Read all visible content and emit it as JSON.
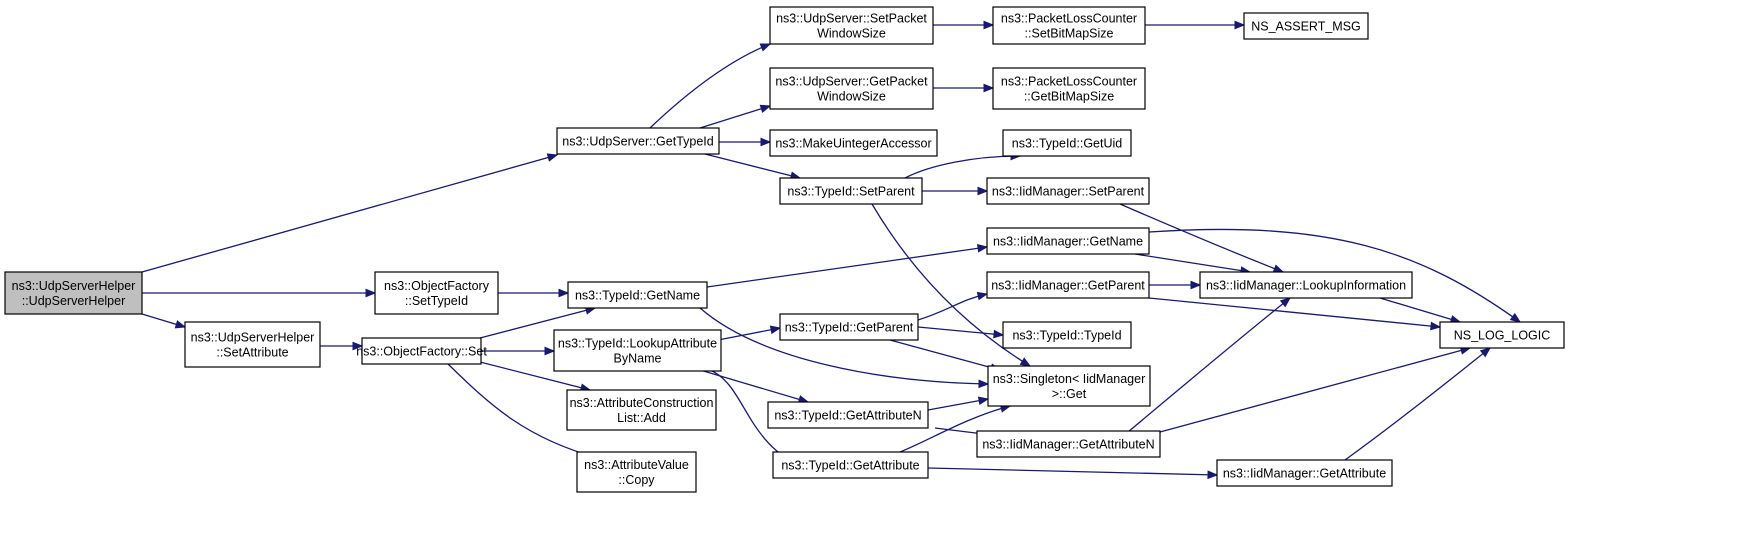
{
  "colors": {
    "edge": "#191970",
    "root_fill": "#bfbfbf",
    "node_fill": "#ffffff",
    "border": "#000000"
  },
  "nodes": [
    {
      "id": "n0",
      "lines": [
        "ns3::UdpServerHelper",
        "::UdpServerHelper"
      ],
      "root": true
    },
    {
      "id": "n1",
      "lines": [
        "ns3::UdpServer::GetTypeId"
      ]
    },
    {
      "id": "n2",
      "lines": [
        "ns3::ObjectFactory",
        "::SetTypeId"
      ]
    },
    {
      "id": "n3",
      "lines": [
        "ns3::UdpServerHelper",
        "::SetAttribute"
      ]
    },
    {
      "id": "n4",
      "lines": [
        "ns3::UdpServer::SetPacket",
        "WindowSize"
      ]
    },
    {
      "id": "n5",
      "lines": [
        "ns3::UdpServer::GetPacket",
        "WindowSize"
      ]
    },
    {
      "id": "n6",
      "lines": [
        "ns3::MakeUintegerAccessor"
      ]
    },
    {
      "id": "n7",
      "lines": [
        "ns3::TypeId::SetParent"
      ]
    },
    {
      "id": "n8",
      "lines": [
        "ns3::PacketLossCounter",
        "::SetBitMapSize"
      ]
    },
    {
      "id": "n9",
      "lines": [
        "NS_ASSERT_MSG"
      ]
    },
    {
      "id": "n10",
      "lines": [
        "ns3::PacketLossCounter",
        "::GetBitMapSize"
      ]
    },
    {
      "id": "n11",
      "lines": [
        "ns3::TypeId::GetUid"
      ]
    },
    {
      "id": "n12",
      "lines": [
        "ns3::IidManager::SetParent"
      ]
    },
    {
      "id": "n13",
      "lines": [
        "ns3::IidManager::LookupInformation"
      ]
    },
    {
      "id": "n14",
      "lines": [
        "ns3::Singleton< IidManager",
        " >::Get"
      ]
    },
    {
      "id": "n15",
      "lines": [
        "ns3::TypeId::GetName"
      ]
    },
    {
      "id": "n16",
      "lines": [
        "ns3::IidManager::GetName"
      ]
    },
    {
      "id": "n17",
      "lines": [
        "NS_LOG_LOGIC"
      ]
    },
    {
      "id": "n18",
      "lines": [
        "ns3::ObjectFactory::Set"
      ]
    },
    {
      "id": "n19",
      "lines": [
        "ns3::TypeId::LookupAttribute",
        "ByName"
      ]
    },
    {
      "id": "n20",
      "lines": [
        "ns3::AttributeConstruction",
        "List::Add"
      ]
    },
    {
      "id": "n21",
      "lines": [
        "ns3::AttributeValue",
        "::Copy"
      ]
    },
    {
      "id": "n22",
      "lines": [
        "ns3::TypeId::GetParent"
      ]
    },
    {
      "id": "n23",
      "lines": [
        "ns3::IidManager::GetParent"
      ]
    },
    {
      "id": "n24",
      "lines": [
        "ns3::TypeId::TypeId"
      ]
    },
    {
      "id": "n25",
      "lines": [
        "ns3::TypeId::GetAttributeN"
      ]
    },
    {
      "id": "n26",
      "lines": [
        "ns3::TypeId::GetAttribute"
      ]
    },
    {
      "id": "n27",
      "lines": [
        "ns3::IidManager::GetAttributeN"
      ]
    },
    {
      "id": "n28",
      "lines": [
        "ns3::IidManager::GetAttribute"
      ]
    }
  ],
  "edges": [
    [
      "n0",
      "n1"
    ],
    [
      "n0",
      "n2"
    ],
    [
      "n0",
      "n3"
    ],
    [
      "n1",
      "n4"
    ],
    [
      "n1",
      "n5"
    ],
    [
      "n1",
      "n6"
    ],
    [
      "n1",
      "n7"
    ],
    [
      "n4",
      "n8"
    ],
    [
      "n8",
      "n9"
    ],
    [
      "n5",
      "n10"
    ],
    [
      "n7",
      "n11"
    ],
    [
      "n7",
      "n12"
    ],
    [
      "n7",
      "n14"
    ],
    [
      "n12",
      "n13"
    ],
    [
      "n13",
      "n17"
    ],
    [
      "n2",
      "n15"
    ],
    [
      "n15",
      "n16"
    ],
    [
      "n15",
      "n14"
    ],
    [
      "n16",
      "n13"
    ],
    [
      "n16",
      "n17"
    ],
    [
      "n3",
      "n18"
    ],
    [
      "n18",
      "n15"
    ],
    [
      "n18",
      "n19"
    ],
    [
      "n18",
      "n20"
    ],
    [
      "n18",
      "n21"
    ],
    [
      "n19",
      "n22"
    ],
    [
      "n19",
      "n25"
    ],
    [
      "n19",
      "n26"
    ],
    [
      "n22",
      "n23"
    ],
    [
      "n22",
      "n24"
    ],
    [
      "n22",
      "n14"
    ],
    [
      "n23",
      "n13"
    ],
    [
      "n23",
      "n17"
    ],
    [
      "n25",
      "n14"
    ],
    [
      "n25",
      "n27"
    ],
    [
      "n26",
      "n14"
    ],
    [
      "n26",
      "n28"
    ],
    [
      "n27",
      "n13"
    ],
    [
      "n27",
      "n17"
    ],
    [
      "n28",
      "n17"
    ]
  ]
}
